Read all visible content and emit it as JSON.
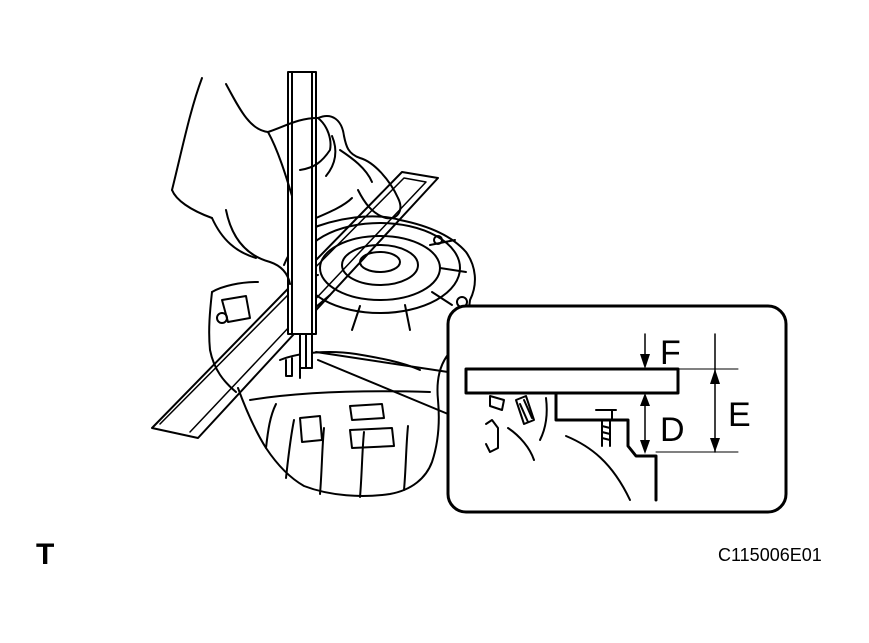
{
  "labels": {
    "f": "F",
    "d": "D",
    "e": "E"
  },
  "corner_mark": "T",
  "figure_code": "C115006E01",
  "colors": {
    "ink": "#000000",
    "paper": "#ffffff"
  }
}
